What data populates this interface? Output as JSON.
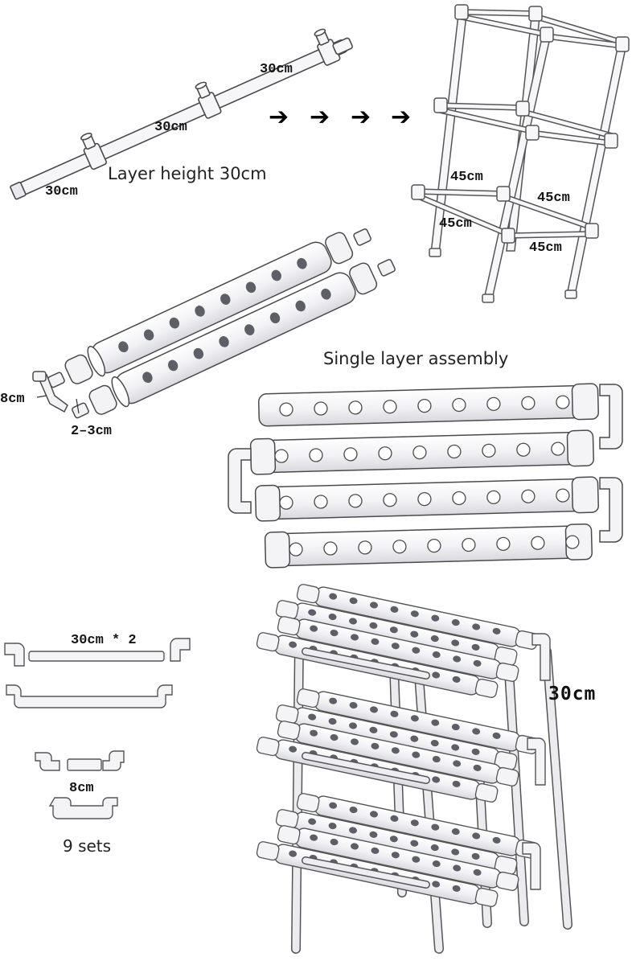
{
  "rod": {
    "labels": [
      "30cm",
      "30cm",
      "30cm"
    ],
    "caption": "Layer height 30cm"
  },
  "arrows": [
    "➔",
    "➔",
    "➔",
    "➔"
  ],
  "frame": {
    "labels": [
      "45cm",
      "45cm",
      "45cm",
      "45cm"
    ]
  },
  "pipe_detail": {
    "elbow_label": "8cm",
    "gap_label": "2–3cm"
  },
  "single_layer": {
    "caption": "Single layer assembly",
    "pipes": 4,
    "holes_per_pipe": 9
  },
  "parts": {
    "pipe_label": "30cm * 2",
    "connector_label": "8cm",
    "sets_label": "9 sets"
  },
  "assembled": {
    "height_label": "30cm",
    "layers": 3
  },
  "colors": {
    "line": "#4a4a4a",
    "pipe_fill": "#f4f4f6",
    "hole_fill": "#ffffff",
    "shade_fill": "#5e5e66"
  }
}
